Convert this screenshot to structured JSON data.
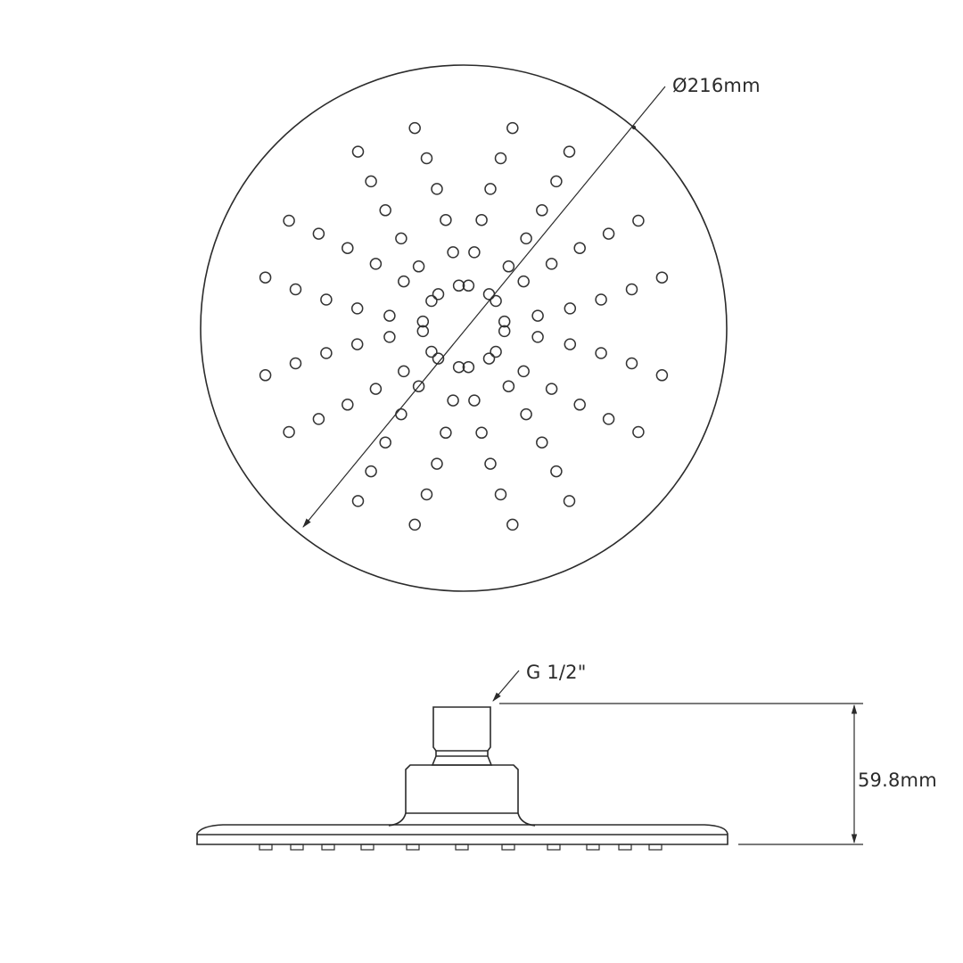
{
  "drawing": {
    "title": "Round shower head technical drawing",
    "top_view": {
      "diameter_label": "Ø216mm",
      "diameter_value": "216",
      "diameter_unit": "mm",
      "nozzle_pattern": "8 radial arms x 6 nozzles",
      "arms": 8,
      "nozzles_per_arm": 6
    },
    "side_view": {
      "connection_label": "G 1/2\"",
      "height_label": "59.8mm",
      "height_value": "59.8",
      "height_unit": "mm",
      "visible_nozzles": 11
    },
    "colors": {
      "line": "#2b2b2b",
      "background": "#ffffff"
    }
  }
}
